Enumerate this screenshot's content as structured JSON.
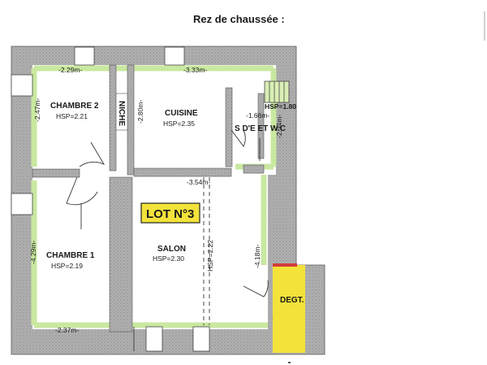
{
  "title": "Rez de chaussée :",
  "lot": "LOT N°3",
  "rooms": {
    "chambre2": {
      "name": "CHAMBRE 2",
      "hsp": "HSP=2.21"
    },
    "niche": {
      "name": "NICHE"
    },
    "cuisine": {
      "name": "CUISINE",
      "hsp": "HSP=2.35"
    },
    "sde": {
      "name": "S D'E ET W.C",
      "hsp": "HSP=1.80"
    },
    "chambre1": {
      "name": "CHAMBRE 1",
      "hsp": "HSP=2.19"
    },
    "salon": {
      "name": "SALON",
      "hsp": "HSP=2.30",
      "hsp_vertical": "HSP=2.22"
    },
    "degt": {
      "name": "DEGT."
    }
  },
  "dimensions": {
    "chambre2_width": "-2.29m-",
    "cuisine_width": "-3.33m-",
    "chambre2_height": "-2.47m-",
    "cuisine_height": "-2.80m-",
    "sde_width": "-1.66m-",
    "sde_height": "-2.34m-",
    "salon_width": "-3.54m-",
    "chambre1_height": "-4.29m-",
    "salon_height": "-4.18m-",
    "chambre1_width": "-2.37m-"
  },
  "colors": {
    "wall": "#a6a6a6",
    "wall_hatch": "#7a7a7a",
    "highlight": "#c9e8a0",
    "degt": "#f2e23a",
    "lot_box": "#f2e23a"
  }
}
